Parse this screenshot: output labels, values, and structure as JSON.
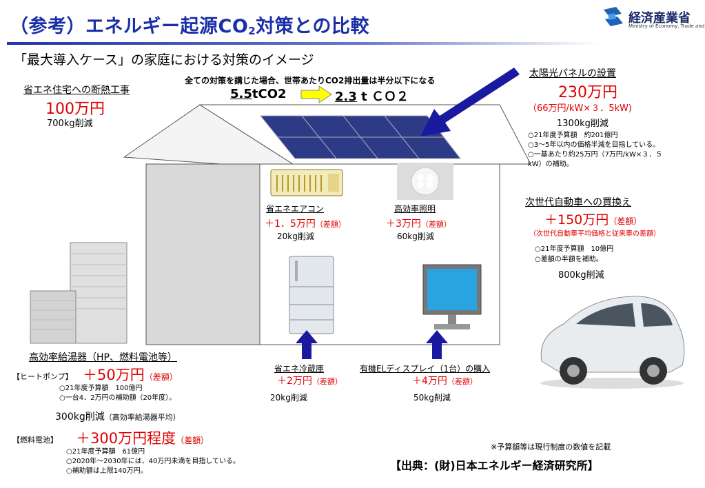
{
  "header": {
    "title_main": "（参考）エネルギー起源CO",
    "title_sub": "2",
    "title_tail": "対策との比較",
    "ministry_name": "経済産業省",
    "ministry_en": "Ministry of Economy, Trade and Industry"
  },
  "subtitle": "「最大導入ケース」の家庭における対策のイメージ",
  "summary": {
    "line": "全ての対策を講じた場合、世帯あたりCO2排出量は半分以下になる",
    "before_value": "5.5",
    "before_unit": "tCO2",
    "after_value": "2.3",
    "after_unit": " t ＣＯ２"
  },
  "insulation": {
    "label": "省エネ住宅への断熱工事",
    "price": "100万円",
    "reduction": "700kg削減"
  },
  "solar": {
    "label": "太陽光パネルの設置",
    "price": "230万円",
    "price_note": "（66万円/kW×３．5kW)",
    "reduction": "1300kg削減",
    "notes": [
      "○21年度予算額　約201億円",
      "○3～5年以内の価格半減を目指している。",
      "○一基あたり約25万円（7万円/kW×３．５",
      "kW）の補助。"
    ]
  },
  "aircon": {
    "label": "省エネエアコン",
    "price": "＋1．5万円",
    "diff": "（差額）",
    "reduction": "20kg削減"
  },
  "lighting": {
    "label": "高効率照明",
    "price": "＋3万円",
    "diff": "（差額）",
    "reduction": "60kg削減"
  },
  "vehicle": {
    "label": "次世代自動車への買換え",
    "price": "＋150万円",
    "diff": "（差額）",
    "note": "（次世代自動車平均価格と従来車の差額）",
    "details": [
      "○21年度予算額　10億円",
      "○差額の半額を補助。"
    ],
    "reduction": "800kg削減"
  },
  "water_heater": {
    "label": "高効率給湯器（HP、燃料電池等）",
    "hp_tag": "【ヒートポンプ】",
    "hp_price": "＋50万円",
    "hp_diff": "（差額）",
    "hp_notes": [
      "○21年度予算額　100億円",
      "○一台4．2万円の補助額（20年度）。"
    ],
    "reduction": "300kg削減",
    "reduction_note": "（高効率給湯器平均）",
    "fc_tag": "【燃料電池】",
    "fc_price": "＋300万円程度",
    "fc_diff": "（差額）",
    "fc_notes": [
      "○21年度予算額　61億円",
      "○2020年～2030年には、40万円未満を目指している。",
      "○補助額は上限140万円。"
    ]
  },
  "fridge": {
    "label": "省エネ冷蔵庫",
    "price": "＋2万円",
    "diff": "（差額）",
    "reduction": "20kg削減"
  },
  "display": {
    "label": "有機ELディスプレイ（1台）の購入",
    "price": "＋4万円",
    "diff": "（差額）",
    "reduction": "50kg削減"
  },
  "footnote": "※予算額等は現行制度の数値を記載",
  "source": "【出典：(財)日本エネルギー経済研究所】",
  "icons": [
    "meti-logo-icon",
    "arrow-right-icon",
    "arrow-up-icon",
    "arrow-diagonal-icon"
  ],
  "colors": {
    "title": "#1a2ea8",
    "price": "#e00000",
    "arrow": "#1a1aa0",
    "summary_arrow": "#ffff00"
  }
}
